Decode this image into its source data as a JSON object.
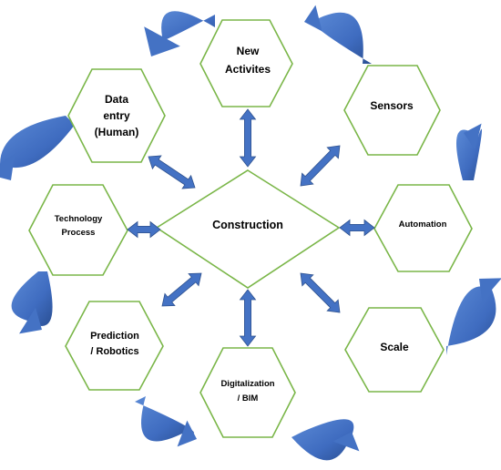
{
  "center": {
    "label": "Construction"
  },
  "nodes": [
    {
      "id": "new-activites",
      "lines": [
        "New",
        "Activites"
      ]
    },
    {
      "id": "data-entry",
      "lines": [
        "Data",
        "entry",
        "(Human)"
      ]
    },
    {
      "id": "sensors",
      "lines": [
        "Sensors"
      ]
    },
    {
      "id": "technology-process",
      "lines": [
        "Technology",
        "Process"
      ]
    },
    {
      "id": "automation",
      "lines": [
        "Automation"
      ]
    },
    {
      "id": "prediction-robotics",
      "lines": [
        "Prediction",
        "/ Robotics"
      ]
    },
    {
      "id": "scale",
      "lines": [
        "Scale"
      ]
    },
    {
      "id": "digitalization-bim",
      "lines": [
        "Digitalization",
        "/ BIM"
      ]
    }
  ],
  "colors": {
    "hexagon_stroke": "#7ab648",
    "arrow_fill": "#4472c4",
    "arrow_stroke": "#2f528f",
    "text": "#000000"
  }
}
